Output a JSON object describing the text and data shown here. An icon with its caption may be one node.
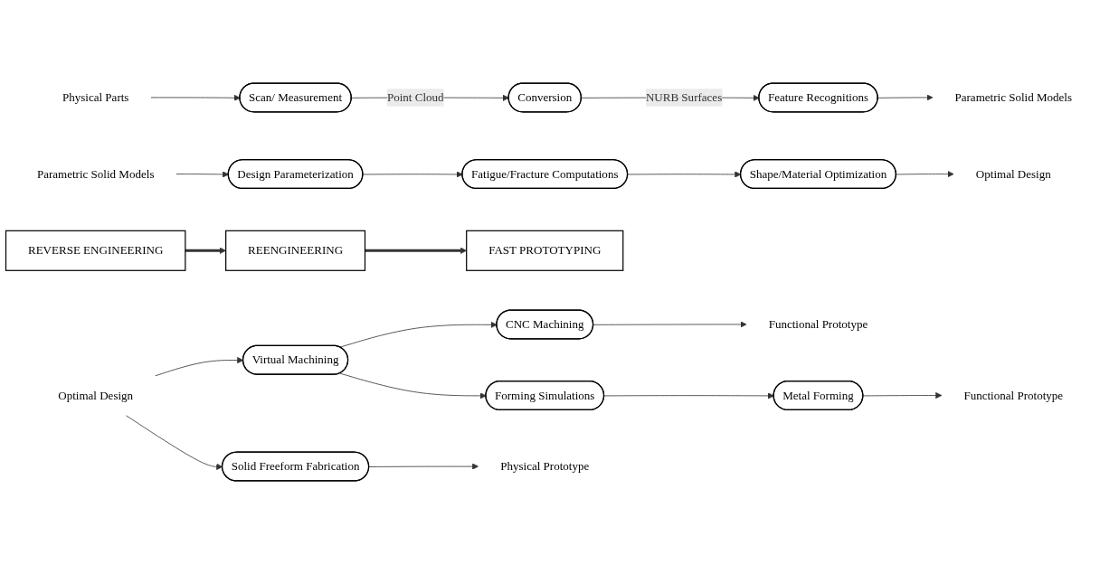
{
  "diagram": {
    "nodes": [
      {
        "text": [
          "REVERSE ENGINEERING"
        ]
      },
      {
        "text": [
          "Physical Parts"
        ]
      },
      {
        "text": [
          "Scan/ Measurement"
        ]
      },
      {
        "text": [
          "Conversion"
        ]
      },
      {
        "text": [
          "Feature Recognitions"
        ]
      },
      {
        "text": [
          "Parametric Solid Models"
        ]
      },
      {
        "text": [
          "REENGINEERING"
        ]
      },
      {
        "text": [
          "Parametric Solid Models"
        ]
      },
      {
        "text": [
          "Design Parameterization"
        ]
      },
      {
        "text": [
          "Fatigue/Fracture Computations"
        ]
      },
      {
        "text": [
          "Shape/Material Optimization"
        ]
      },
      {
        "text": [
          "Optimal Design"
        ]
      },
      {
        "text": [
          "FAST PROTOTYPING"
        ]
      },
      {
        "text": [
          "Optimal Design"
        ]
      },
      {
        "text": [
          "Virtual Machining"
        ]
      },
      {
        "text": [
          "CNC Machining"
        ]
      },
      {
        "text": [
          "Functional Prototype"
        ]
      },
      {
        "text": [
          "Forming Simulations"
        ]
      },
      {
        "text": [
          "Metal Forming"
        ]
      },
      {
        "text": [
          "Functional Prototype"
        ]
      },
      {
        "text": [
          "Solid Freeform Fabrication"
        ]
      },
      {
        "text": [
          "Physical Prototype"
        ]
      }
    ],
    "edges": [
      {
        "from": 1,
        "to": 2,
        "arrow": "to"
      },
      {
        "from": 2,
        "to": 3,
        "arrow": "to",
        "label": "Point Cloud"
      },
      {
        "from": 3,
        "to": 4,
        "arrow": "to",
        "label": "NURB Surfaces"
      },
      {
        "from": 4,
        "to": 5,
        "arrow": "to"
      },
      {
        "from": 0,
        "to": 6,
        "arrow": "to",
        "style": "thick"
      },
      {
        "from": 6,
        "to": 12,
        "arrow": "to",
        "style": "thick"
      },
      {
        "from": 7,
        "to": 8,
        "arrow": "to"
      },
      {
        "from": 8,
        "to": 9,
        "arrow": "to"
      },
      {
        "from": 9,
        "to": 10,
        "arrow": "to"
      },
      {
        "from": 10,
        "to": 11,
        "arrow": "to"
      },
      {
        "from": 13,
        "to": 14,
        "arrow": "to"
      },
      {
        "from": 13,
        "to": 20,
        "arrow": "to"
      },
      {
        "from": 14,
        "to": 15,
        "arrow": "to"
      },
      {
        "from": 14,
        "to": 17,
        "arrow": "to"
      },
      {
        "from": 15,
        "to": 16,
        "arrow": "to"
      },
      {
        "from": 17,
        "to": 18,
        "arrow": "to"
      },
      {
        "from": 18,
        "to": 19,
        "arrow": "to"
      },
      {
        "from": 20,
        "to": 21,
        "arrow": "to"
      }
    ]
  }
}
